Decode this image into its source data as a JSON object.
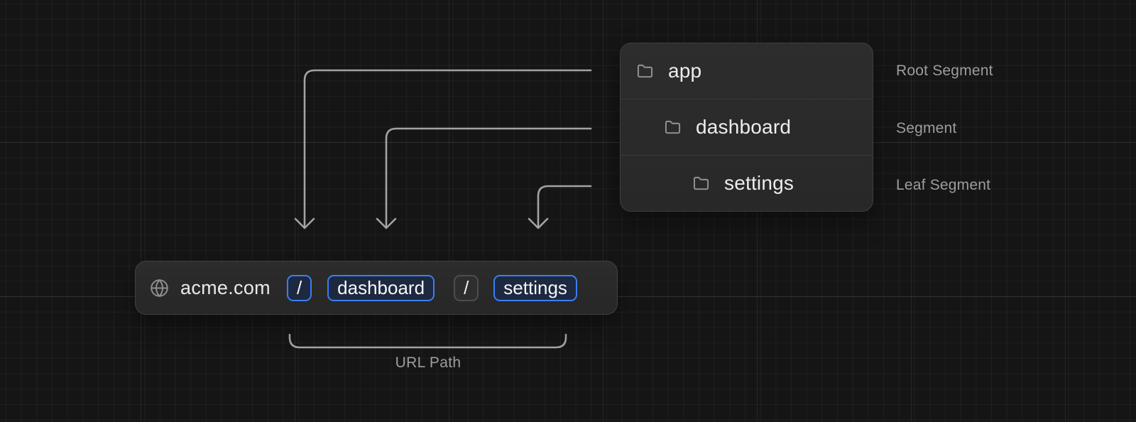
{
  "folder_tree": {
    "rows": [
      {
        "name": "app",
        "annotation": "Root Segment",
        "depth": 0
      },
      {
        "name": "dashboard",
        "annotation": "Segment",
        "depth": 1
      },
      {
        "name": "settings",
        "annotation": "Leaf Segment",
        "depth": 2
      }
    ]
  },
  "url_bar": {
    "icon": "globe-icon",
    "domain": "acme.com",
    "segments": [
      {
        "text": "/",
        "emphasis": "highlighted"
      },
      {
        "text": "dashboard",
        "emphasis": "highlighted"
      },
      {
        "text": "/",
        "emphasis": "muted"
      },
      {
        "text": "settings",
        "emphasis": "highlighted"
      }
    ]
  },
  "bracket": {
    "label": "URL Path"
  },
  "colors": {
    "background": "#151515",
    "card_background": "#292929",
    "accent_blue": "#3c7ef2",
    "chip_highlight_background": "#1d2941",
    "connector_gray": "#a3a3a3",
    "label_gray": "#9d9d9d",
    "text_light": "#ededed"
  }
}
